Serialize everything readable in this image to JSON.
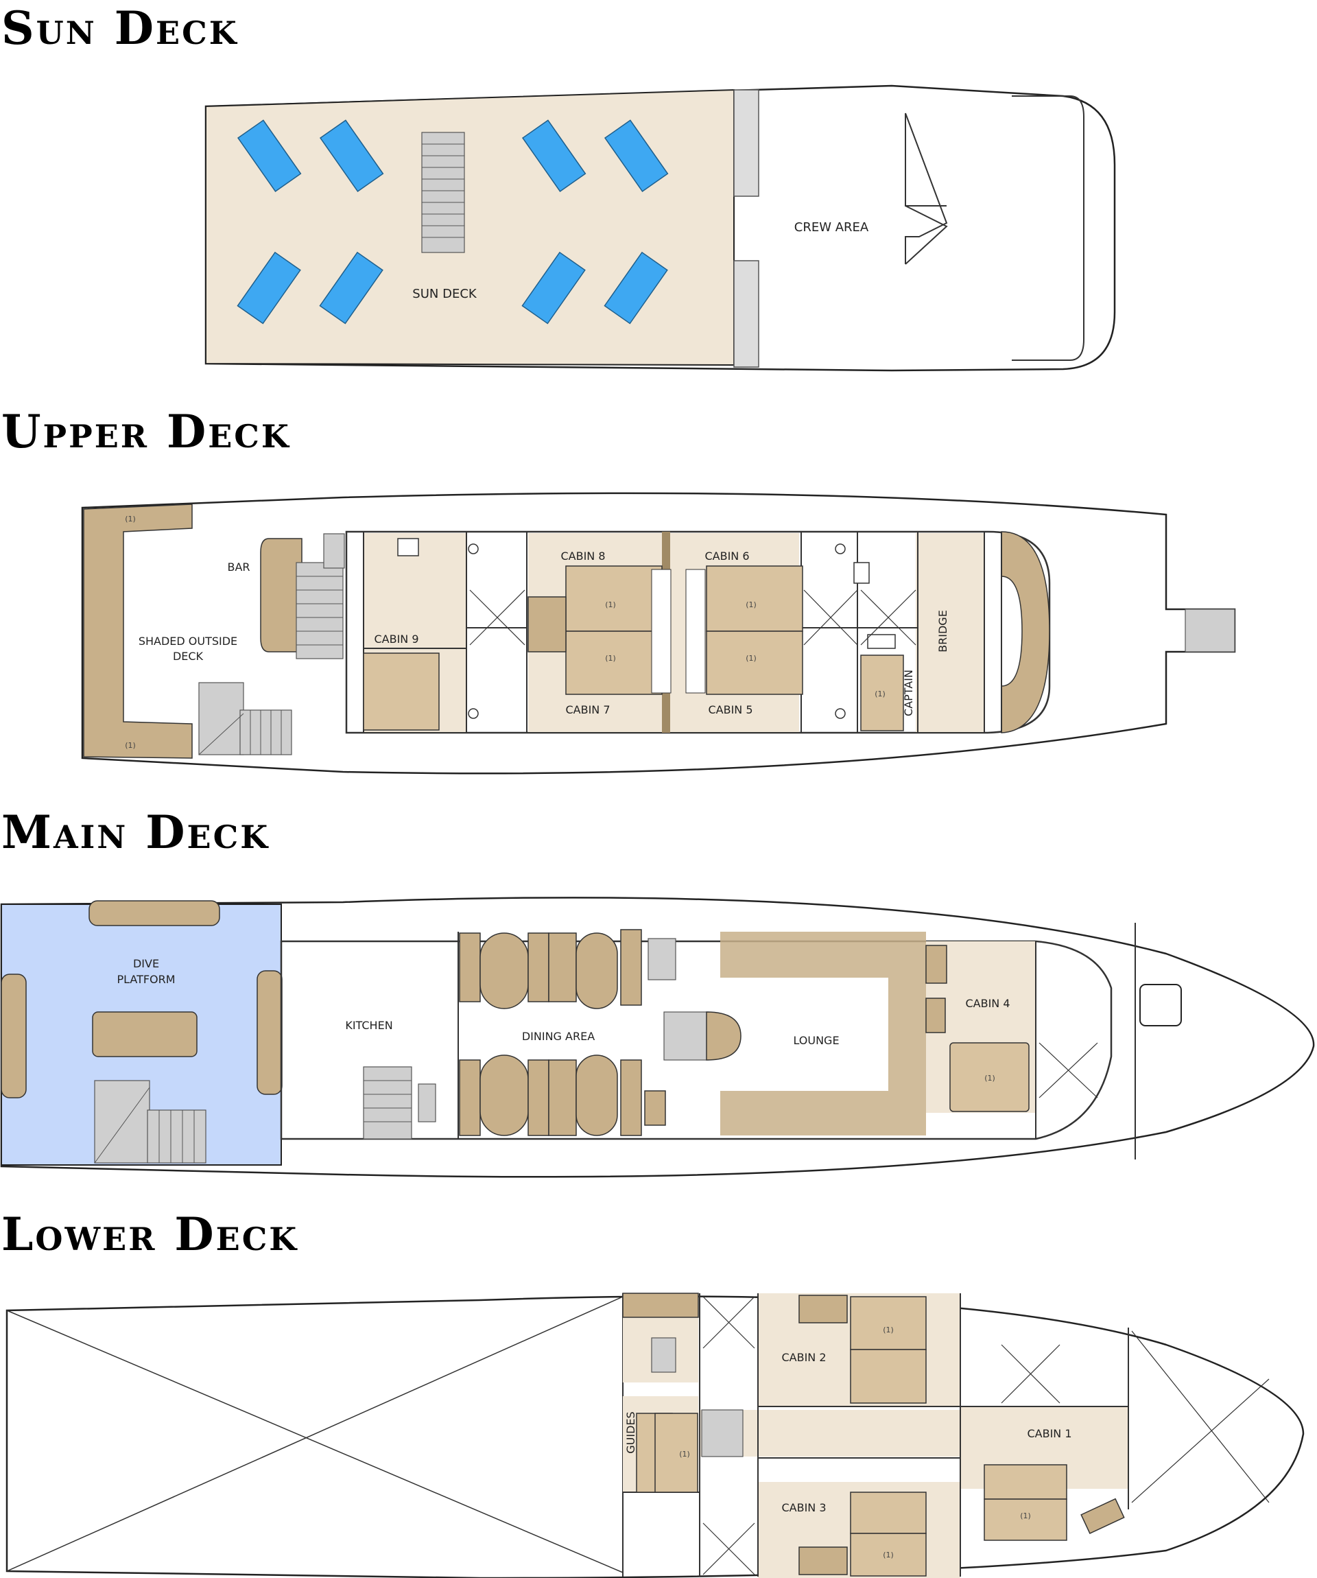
{
  "decks": {
    "sun": {
      "title": "Sun Deck",
      "labels": {
        "sun_deck": "SUN DECK",
        "crew_area": "CREW AREA"
      }
    },
    "upper": {
      "title": "Upper Deck",
      "labels": {
        "bar": "BAR",
        "shaded_1": "SHADED OUTSIDE",
        "shaded_2": "DECK",
        "cabin9": "CABIN 9",
        "cabin8": "CABIN 8",
        "cabin6": "CABIN 6",
        "cabin7": "CABIN 7",
        "cabin5": "CABIN 5",
        "captain": "CAPTAIN",
        "bridge": "BRIDGE"
      }
    },
    "main": {
      "title": "Main Deck",
      "labels": {
        "dive_1": "DIVE",
        "dive_2": "PLATFORM",
        "kitchen": "KITCHEN",
        "dining": "DINING AREA",
        "lounge": "LOUNGE",
        "cabin4": "CABIN 4"
      }
    },
    "lower": {
      "title": "Lower Deck",
      "labels": {
        "cabin2": "CABIN 2",
        "cabin1": "CABIN 1",
        "cabin3": "CABIN 3",
        "guides": "GUIDES"
      }
    }
  },
  "colors": {
    "deck_sand": "#f0e6d6",
    "furniture_tan": "#c8b08a",
    "bed_tan": "#d9c3a0",
    "dive_blue": "#c5d8fb",
    "lounger_blue": "#3ea8f2",
    "stairs_grey": "#cfcfcf"
  }
}
